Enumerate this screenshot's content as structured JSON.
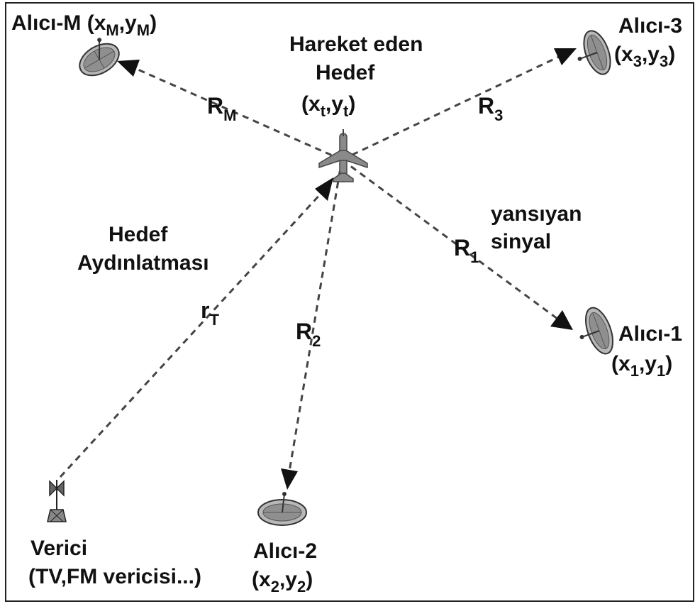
{
  "diagram": {
    "receiver_m": {
      "name": "Alıcı-M",
      "coord": {
        "x": "x",
        "x_sub": "M",
        "y": "y",
        "y_sub": "M"
      }
    },
    "receiver_3": {
      "name": "Alıcı-3",
      "coord": {
        "x": "x",
        "x_sub": "3",
        "y": "y",
        "y_sub": "3"
      }
    },
    "receiver_1": {
      "name": "Alıcı-1",
      "coord": {
        "x": "x",
        "x_sub": "1",
        "y": "y",
        "y_sub": "1"
      }
    },
    "receiver_2": {
      "name": "Alıcı-2",
      "coord": {
        "x": "x",
        "x_sub": "2",
        "y": "y",
        "y_sub": "2"
      }
    },
    "target": {
      "line1": "Hareket eden",
      "line2": "Hedef",
      "coord": {
        "x": "x",
        "x_sub": "t",
        "y": "y",
        "y_sub": "t"
      }
    },
    "transmitter": {
      "line1": "Verici",
      "line2": "(TV,FM vericisi...)"
    },
    "illumination": {
      "line1": "Hedef",
      "line2": "Aydınlatması"
    },
    "reflected": {
      "line1": "yansıyan",
      "line2": "sinyal"
    },
    "ranges": {
      "rm": {
        "sym": "R",
        "sub": "M"
      },
      "r3": {
        "sym": "R",
        "sub": "3"
      },
      "r1": {
        "sym": "R",
        "sub": "1"
      },
      "r2": {
        "sym": "R",
        "sub": "2"
      },
      "rt": {
        "sym": "r",
        "sub": "T"
      }
    }
  }
}
